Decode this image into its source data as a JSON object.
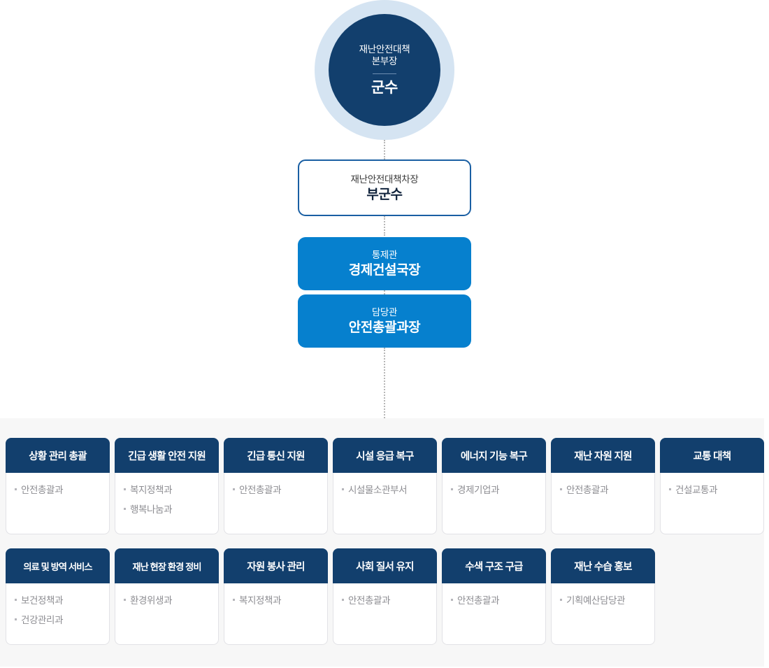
{
  "head": {
    "role": "재난안전대책\n본부장",
    "name": "군수"
  },
  "nodes": [
    {
      "role": "재난안전대책차장",
      "name": "부군수",
      "style": "outline"
    },
    {
      "role": "통제관",
      "name": "경제건설국장",
      "style": "blue"
    },
    {
      "role": "담당관",
      "name": "안전총괄과장",
      "style": "blue"
    }
  ],
  "rows": [
    {
      "cards": [
        {
          "title": "상황 관리 총괄",
          "departments": [
            "안전총괄과"
          ]
        },
        {
          "title": "긴급 생활 안전 지원",
          "departments": [
            "복지정책과",
            "행복나눔과"
          ]
        },
        {
          "title": "긴급 통신 지원",
          "departments": [
            "안전총괄과"
          ]
        },
        {
          "title": "시설 응급 복구",
          "departments": [
            "시설물소관부서"
          ]
        },
        {
          "title": "에너지 기능 복구",
          "departments": [
            "경제기업과"
          ]
        },
        {
          "title": "재난 자원 지원",
          "departments": [
            "안전총괄과"
          ]
        },
        {
          "title": "교통 대책",
          "departments": [
            "건설교통과"
          ]
        }
      ]
    },
    {
      "cards": [
        {
          "title": "의료 및 방역 서비스",
          "departments": [
            "보건정책과",
            "건강관리과"
          ]
        },
        {
          "title": "재난 현장 환경 정비",
          "departments": [
            "환경위생과"
          ]
        },
        {
          "title": "자원 봉사 관리",
          "departments": [
            "복지정책과"
          ]
        },
        {
          "title": "사회 질서 유지",
          "departments": [
            "안전총괄과"
          ]
        },
        {
          "title": "수색 구조 구급",
          "departments": [
            "안전총괄과"
          ]
        },
        {
          "title": "재난 수습 홍보",
          "departments": [
            "기획예산담당관"
          ]
        }
      ]
    }
  ],
  "colors": {
    "navy": "#123f6d",
    "bright_blue": "#0680ce",
    "ring_light_blue": "#d5e4f2",
    "outline_border": "#1a5fa3",
    "panel_bg": "#f7f7f7",
    "dept_text": "#8d8d92"
  }
}
